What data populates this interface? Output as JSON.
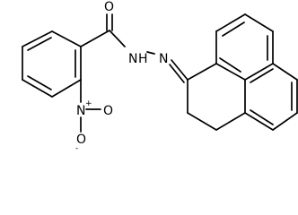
{
  "diagram": {
    "atoms": {
      "carbonyl_oxygen": "O",
      "amide_nh": "N",
      "amide_h": "H",
      "hydrazone_n": "N",
      "nitro_n": "N",
      "nitro_n_charge": "+",
      "nitro_o_top": "O",
      "nitro_o_bottom": "O",
      "nitro_o_charge": "-"
    }
  }
}
